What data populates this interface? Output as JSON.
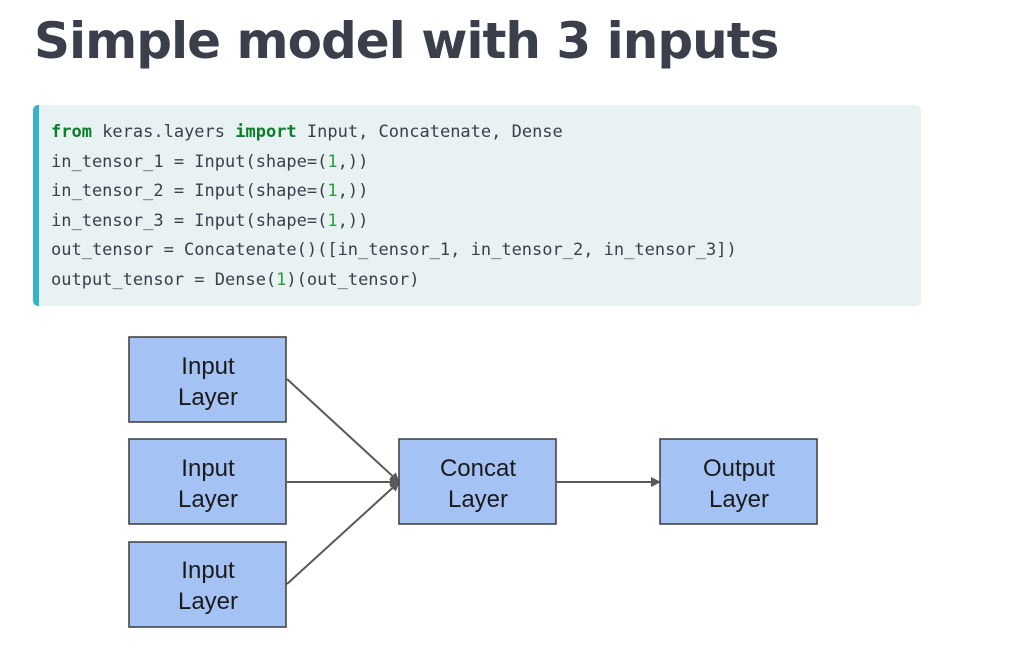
{
  "title": "Simple model with 3 inputs",
  "code": {
    "keywords": {
      "from": "from",
      "import": "import"
    },
    "line1": {
      "module": " keras.layers ",
      "names": " Input, Concatenate, Dense"
    },
    "line2": {
      "pre": "in_tensor_1 = Input(shape=(",
      "num": "1",
      "post": ",))"
    },
    "line3": {
      "pre": "in_tensor_2 = Input(shape=(",
      "num": "1",
      "post": ",))"
    },
    "line4": {
      "pre": "in_tensor_3 = Input(shape=(",
      "num": "1",
      "post": ",))"
    },
    "line5": {
      "text": "out_tensor = Concatenate()([in_tensor_1, in_tensor_2, in_tensor_3])"
    },
    "line6": {
      "pre": "output_tensor = Dense(",
      "num": "1",
      "post": ")(out_tensor)"
    }
  },
  "diagram": {
    "input_1": {
      "line1": "Input",
      "line2": "Layer"
    },
    "input_2": {
      "line1": "Input",
      "line2": "Layer"
    },
    "input_3": {
      "line1": "Input",
      "line2": "Layer"
    },
    "concat": {
      "line1": "Concat",
      "line2": "Layer"
    },
    "output": {
      "line1": "Output",
      "line2": "Layer"
    },
    "colors": {
      "node_fill": "#a4c2f4",
      "node_border": "#454545",
      "edge": "#595959"
    }
  }
}
